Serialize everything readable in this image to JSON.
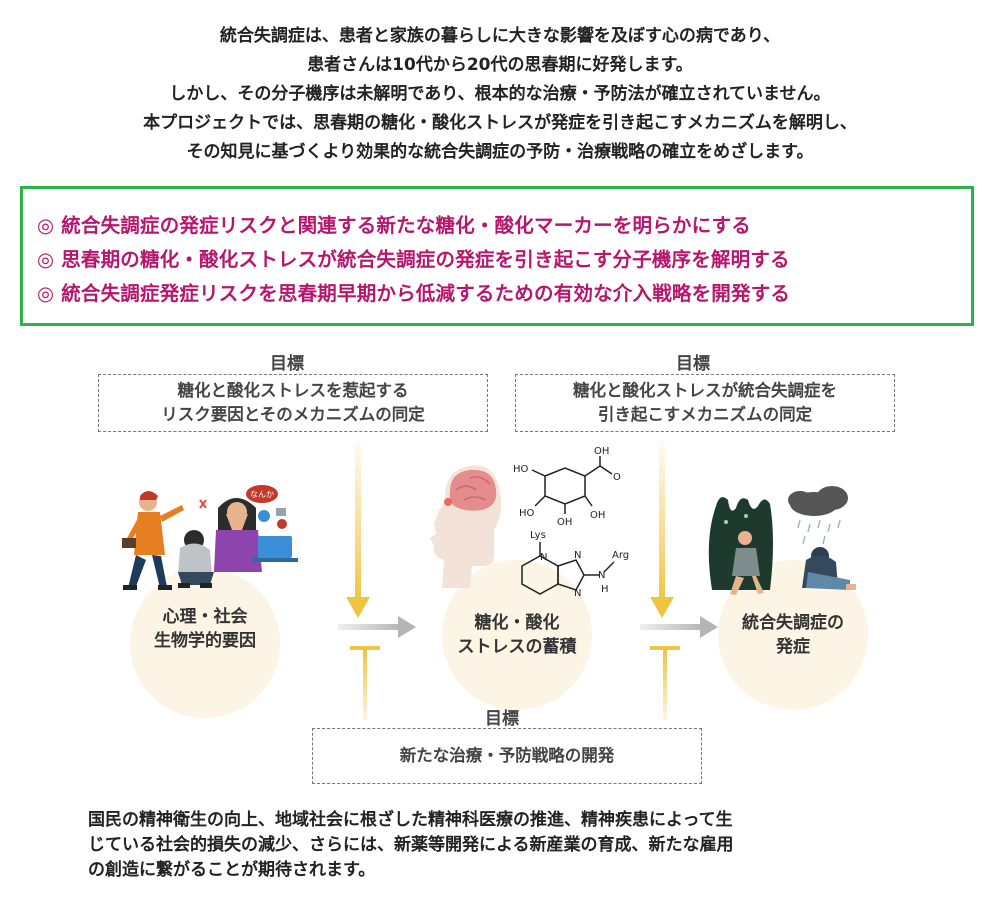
{
  "intro": [
    "統合失調症は、患者と家族の暮らしに大きな影響を及ぼす心の病であり、",
    "患者さんは10代から20代の思春期に好発します。",
    "しかし、その分子機序は未解明であり、根本的な治療・予防法が確立されていません。",
    "本プロジェクトでは、思春期の糖化・酸化ストレスが発症を引き起こすメカニズムを解明し、",
    "その知見に基づくより効果的な統合失調症の予防・治療戦略の確立をめざします。"
  ],
  "goals": [
    "◎ 統合失調症の発症リスクと関連する新たな糖化・酸化マーカーを明らかにする",
    "◎ 思春期の糖化・酸化ストレスが統合失調症の発症を引き起こす分子機序を解明する",
    "◎ 統合失調症発症リスクを思春期早期から低減するための有効な介入戦略を開発する"
  ],
  "targets": {
    "label": "目標",
    "left": [
      "糖化と酸化ストレスを惹起する",
      "リスク要因とそのメカニズムの同定"
    ],
    "right": [
      "糖化と酸化ストレスが統合失調症を",
      "引き起こすメカニズムの同定"
    ],
    "bottom": "新たな治療・予防戦略の開発"
  },
  "stages": [
    {
      "lines": [
        "心理・社会",
        "生物学的要因"
      ]
    },
    {
      "lines": [
        "糖化・酸化",
        "ストレスの蓄積"
      ]
    },
    {
      "lines": [
        "統合失調症の",
        "発症"
      ]
    }
  ],
  "chem_labels": {
    "oh": "OH",
    "ho": "HO",
    "o": "O",
    "lys": "Lys",
    "arg": "Arg",
    "n": "N",
    "h": "H"
  },
  "illustration_text": {
    "speech": "なんか"
  },
  "outro": [
    "国民の精神衛生の向上、地域社会に根ざした精神科医療の推進、精神疾患によって生",
    "じている社会的損失の減少、さらには、新薬等開発による新産業の育成、新たな雇用",
    "の創造に繋がることが期待されます。"
  ],
  "colors": {
    "green_border": "#2eb34a",
    "magenta_text": "#b5176e",
    "arrow_yellow": "#f0c340",
    "arrow_gray": "#b5b5b5",
    "circle_fill": "#fcf5e6"
  }
}
